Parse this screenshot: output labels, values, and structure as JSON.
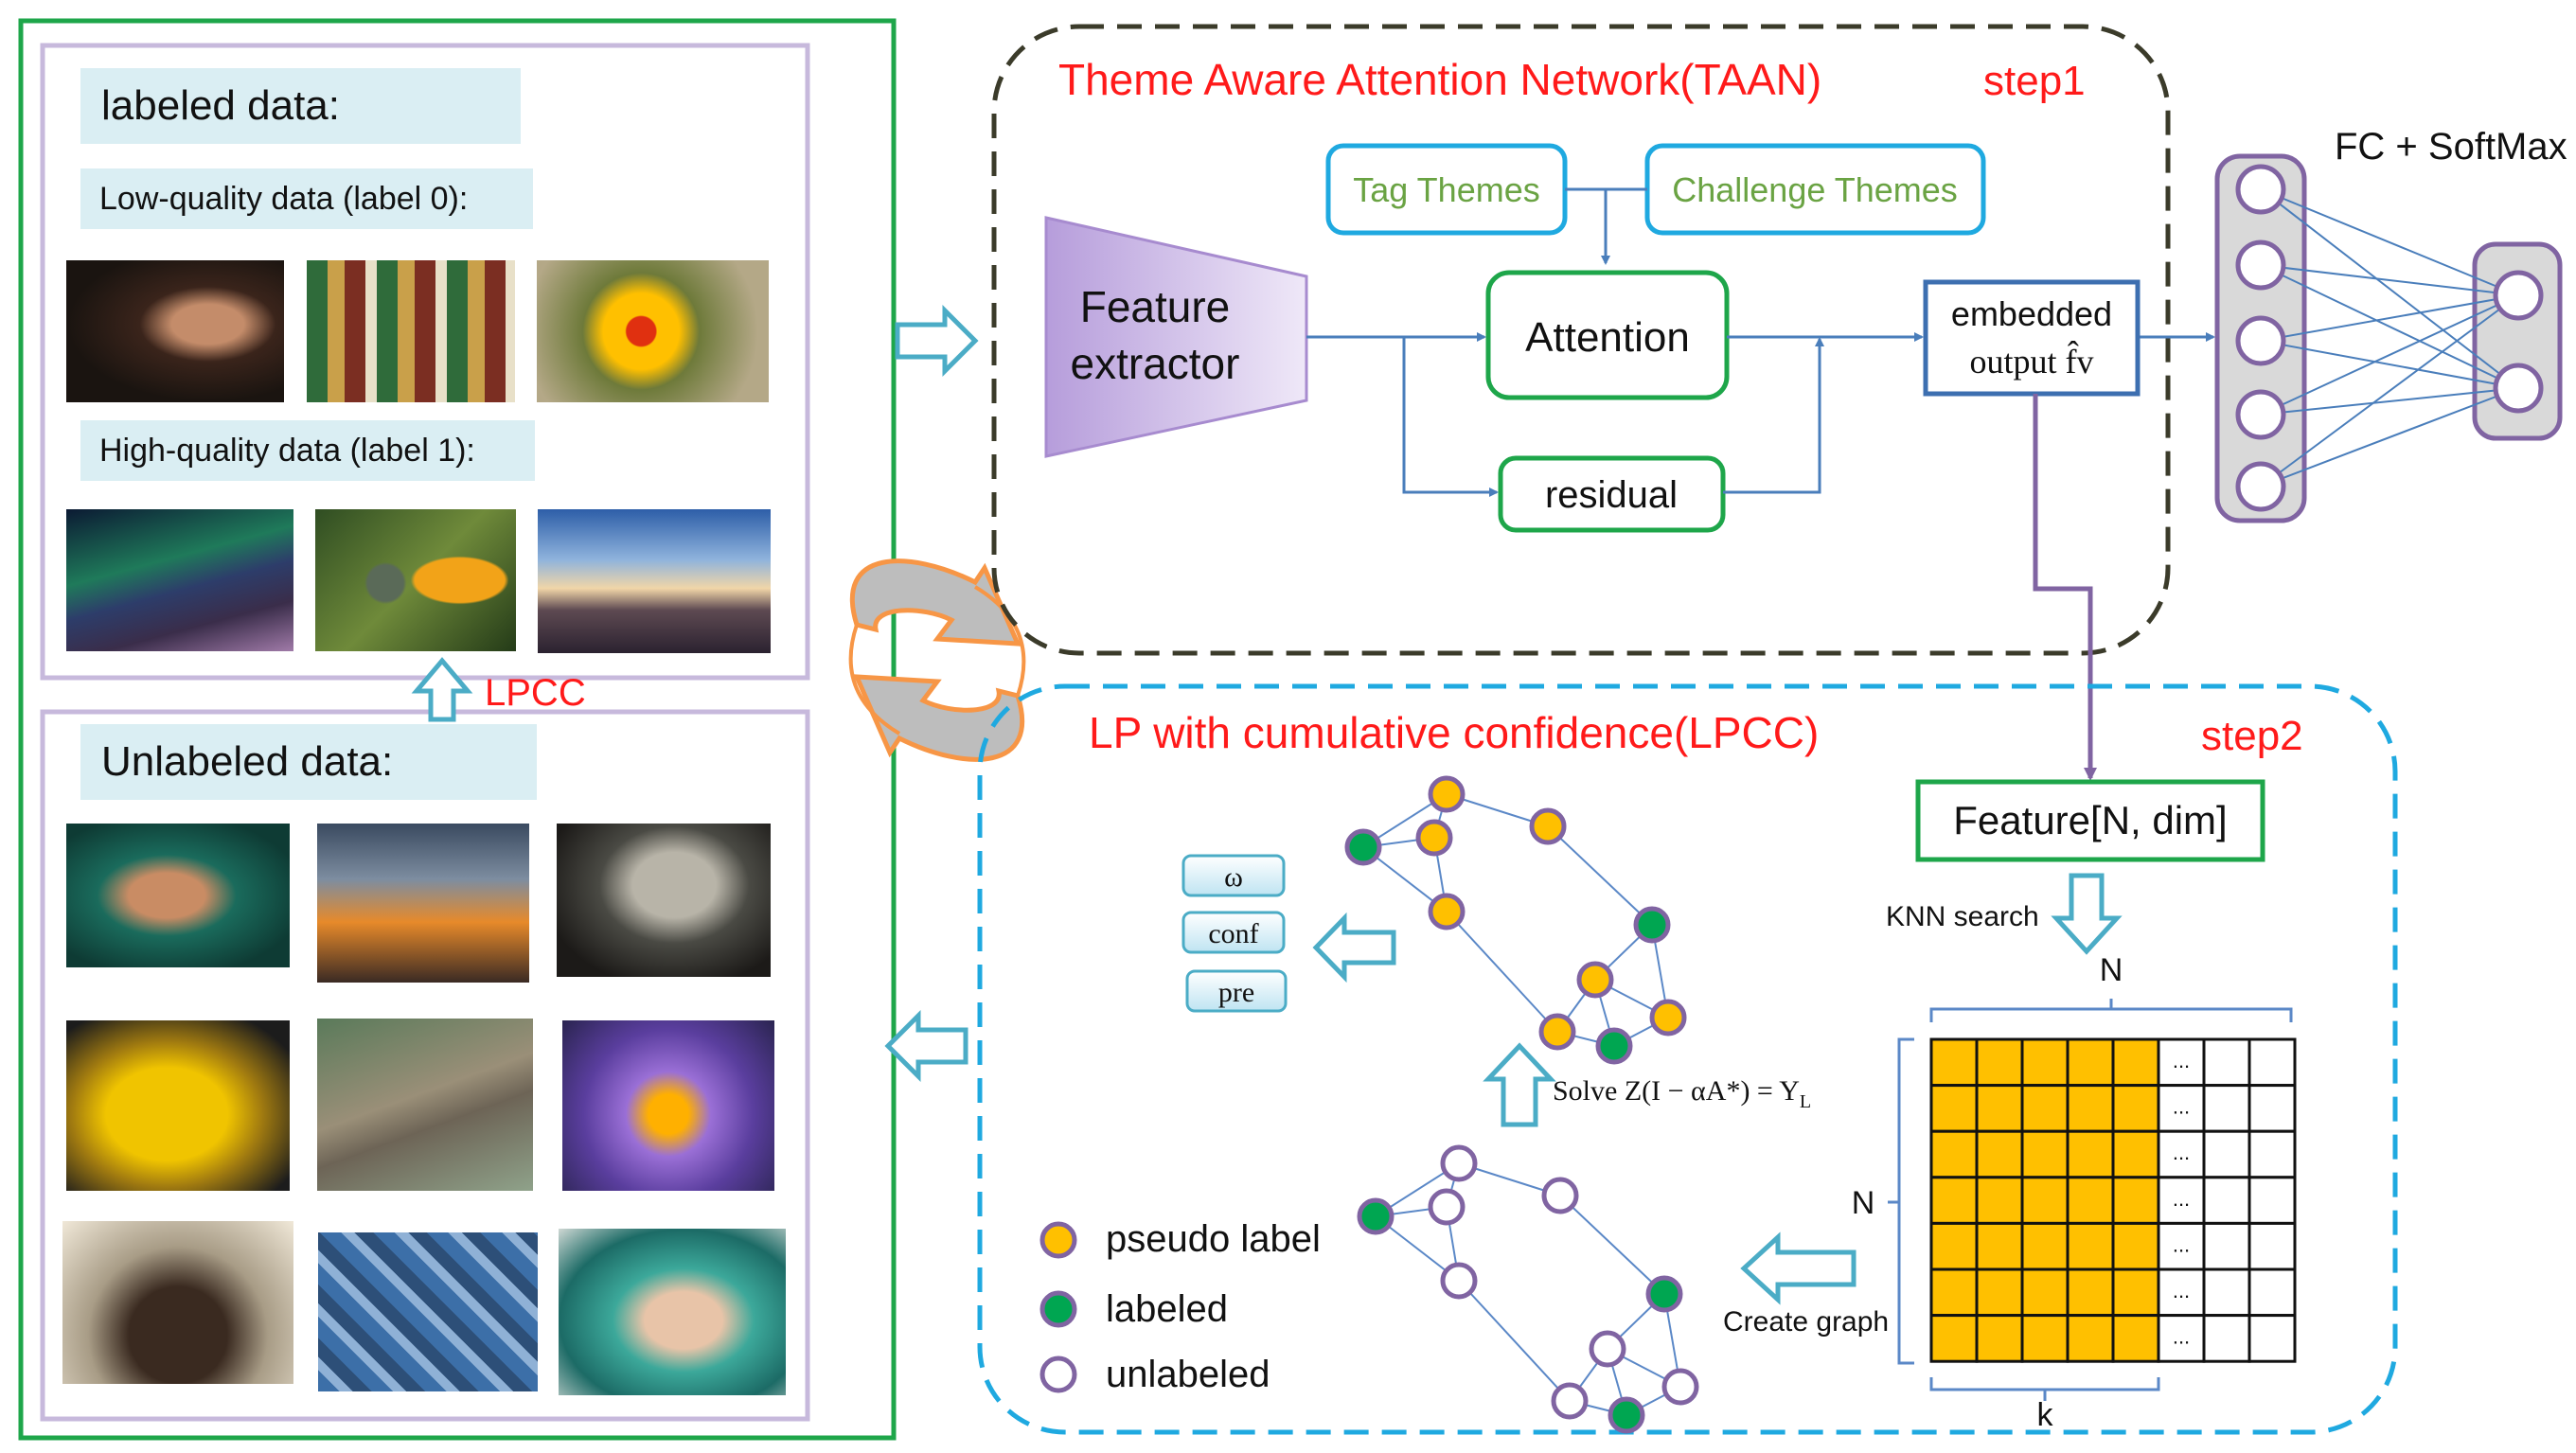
{
  "left_panel": {
    "labeled_title": "labeled data:",
    "low_quality_label": "Low-quality data (label 0):",
    "high_quality_label": "High-quality data (label 1):",
    "unlabeled_title": "Unlabeled data:",
    "lpcc_arrow_label": "LPCC"
  },
  "step1": {
    "title": "Theme Aware Attention Network(TAAN)",
    "step_label": "step1",
    "tag_themes": "Tag Themes",
    "challenge_themes": "Challenge Themes",
    "feature_extractor_line1": "Feature",
    "feature_extractor_line2": "extractor",
    "attention": "Attention",
    "residual": "residual",
    "embedded_line1": "embedded",
    "embedded_line2": "output f̂v",
    "fc_softmax": "FC + SoftMax"
  },
  "step2": {
    "title": "LP with cumulative confidence(LPCC)",
    "step_label": "step2",
    "feature_box": "Feature[N, dim]",
    "knn_search": "KNN search",
    "matrix_top_label": "N",
    "matrix_side_label": "N",
    "matrix_bottom_label": "k",
    "matrix_ellipsis": "...",
    "create_graph": "Create graph",
    "solve_equation": "Solve Z(I − αA*) = Y",
    "solve_subscript": "L",
    "outputs": [
      "ω",
      "conf",
      "pre"
    ],
    "legend": [
      "pseudo label",
      "labeled",
      "unlabeled"
    ]
  },
  "colors": {
    "green_border": "#1ea64a",
    "lavender_border": "#c7b9dc",
    "red_text": "#ff1a1a",
    "dashed_dark": "#3b3b2a",
    "dashed_blue": "#1fa9e0",
    "arrow_blue": "#4bacc6",
    "node_purple": "#8064a2",
    "pseudo_orange": "#ffc000",
    "labeled_green": "#00a651",
    "edge_blue": "#5b88c7",
    "theme_text": "#6aa343",
    "swirl_orange": "#f79646"
  }
}
